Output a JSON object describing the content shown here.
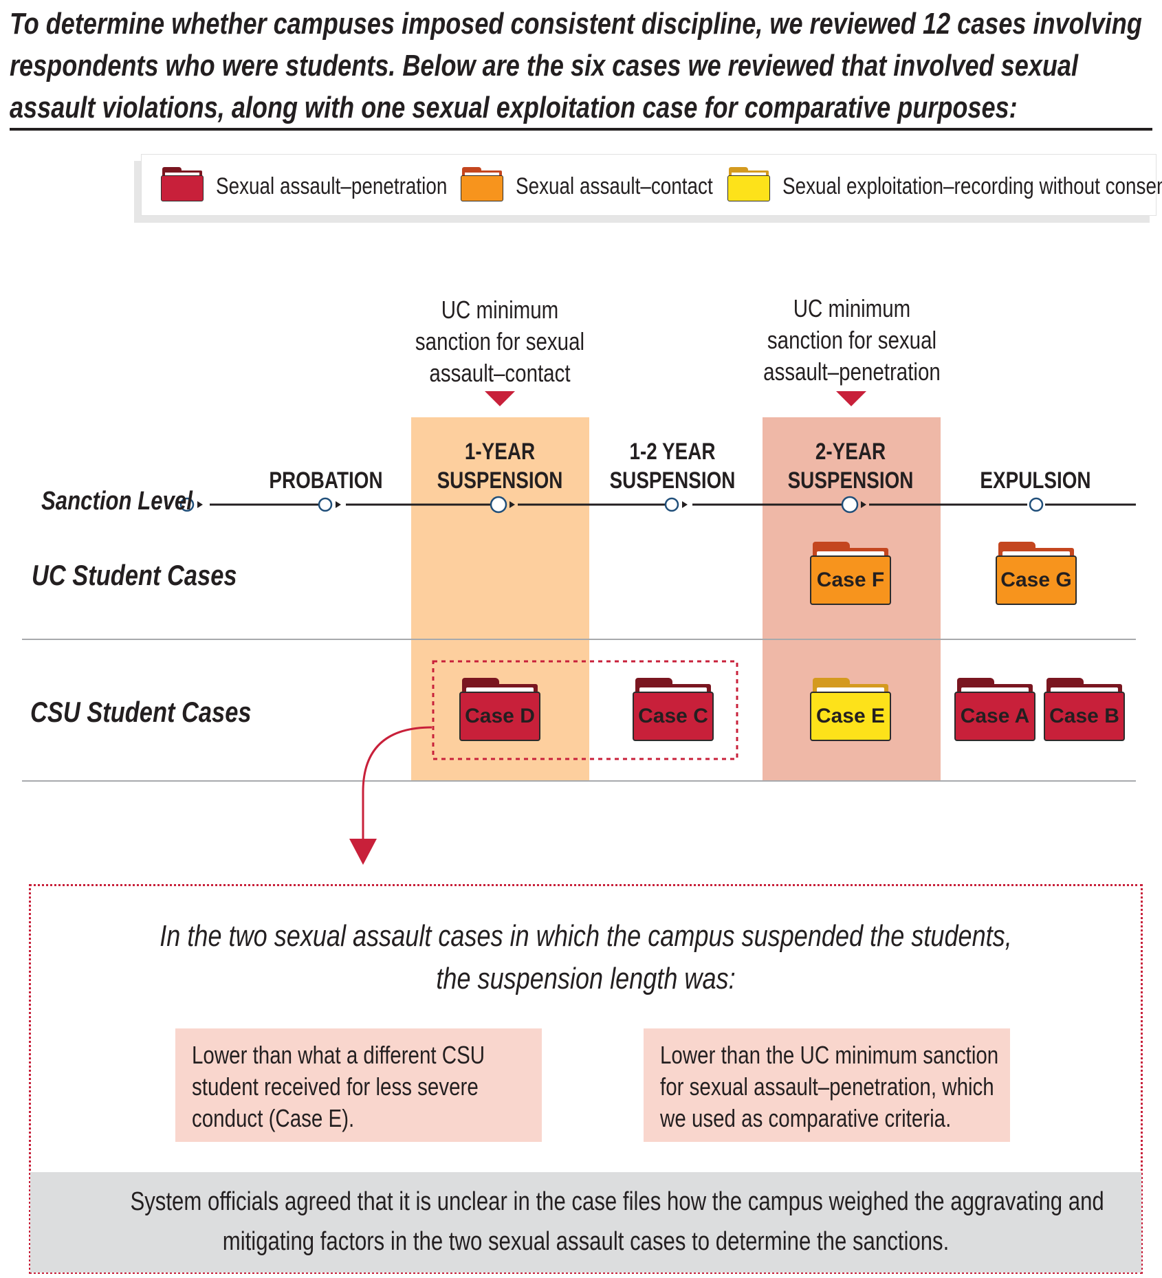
{
  "intro": {
    "lines": [
      "To determine whether campuses imposed consistent discipline, we reviewed 12 cases involving",
      "respondents who were students. Below are the six cases we reviewed that involved sexual",
      "assault violations, along with one sexual exploitation case for comparative purposes:"
    ]
  },
  "legend": {
    "items": [
      {
        "label": "Sexual assault–penetration",
        "icon": "red-folder-icon",
        "color": "#c8203a"
      },
      {
        "label": "Sexual assault–contact",
        "icon": "orange-folder-icon",
        "color": "#f7941d"
      },
      {
        "label": "Sexual exploitation–recording without consent",
        "icon": "yellow-folder-icon",
        "color": "#fde21a"
      }
    ]
  },
  "minimums": {
    "contact": [
      "UC minimum",
      "sanction for sexual",
      "assault–contact"
    ],
    "penetration": [
      "UC minimum",
      "sanction for sexual",
      "assault–penetration"
    ]
  },
  "axis": {
    "label": "Sanction Level",
    "levels": [
      {
        "lines": [
          "PROBATION"
        ]
      },
      {
        "lines": [
          "1-YEAR",
          "SUSPENSION"
        ]
      },
      {
        "lines": [
          "1-2 YEAR",
          "SUSPENSION"
        ]
      },
      {
        "lines": [
          "2-YEAR",
          "SUSPENSION"
        ]
      },
      {
        "lines": [
          "EXPULSION"
        ]
      }
    ]
  },
  "rows": {
    "uc": "UC Student Cases",
    "csu": "CSU Student Cases"
  },
  "cases": [
    {
      "id": "case-f",
      "label": "Case F",
      "system": "UC",
      "level": "2-YEAR SUSPENSION",
      "violation": "Sexual assault–contact"
    },
    {
      "id": "case-g",
      "label": "Case G",
      "system": "UC",
      "level": "EXPULSION",
      "violation": "Sexual assault–contact"
    },
    {
      "id": "case-d",
      "label": "Case D",
      "system": "CSU",
      "level": "1-YEAR SUSPENSION",
      "violation": "Sexual assault–penetration"
    },
    {
      "id": "case-c",
      "label": "Case C",
      "system": "CSU",
      "level": "1-2 YEAR SUSPENSION",
      "violation": "Sexual assault–penetration"
    },
    {
      "id": "case-e",
      "label": "Case E",
      "system": "CSU",
      "level": "2-YEAR SUSPENSION",
      "violation": "Sexual exploitation–recording without consent"
    },
    {
      "id": "case-a",
      "label": "Case A",
      "system": "CSU",
      "level": "EXPULSION",
      "violation": "Sexual assault–penetration"
    },
    {
      "id": "case-b",
      "label": "Case B",
      "system": "CSU",
      "level": "EXPULSION",
      "violation": "Sexual assault–penetration"
    }
  ],
  "callout": {
    "lines": [
      "In the two sexual assault cases in which the campus suspended the students,",
      "the suspension length was:"
    ],
    "box1": [
      "Lower than what a different CSU",
      "student received for less severe",
      "conduct (Case E)."
    ],
    "box2": [
      "Lower than the UC minimum sanction",
      "for sexual assault–penetration, which",
      "we used as comparative criteria."
    ],
    "footer": [
      "System officials agreed that it is unclear in the case files how the campus weighed the aggravating and",
      "mitigating factors in the two sexual assault cases to determine the sanctions."
    ]
  },
  "colors": {
    "accent_red": "#c8203a",
    "band_orange": "#fdcf9e",
    "band_salmon": "#efb8a7",
    "pink_box": "#f9d6cd",
    "gray_box": "#dcddde"
  }
}
